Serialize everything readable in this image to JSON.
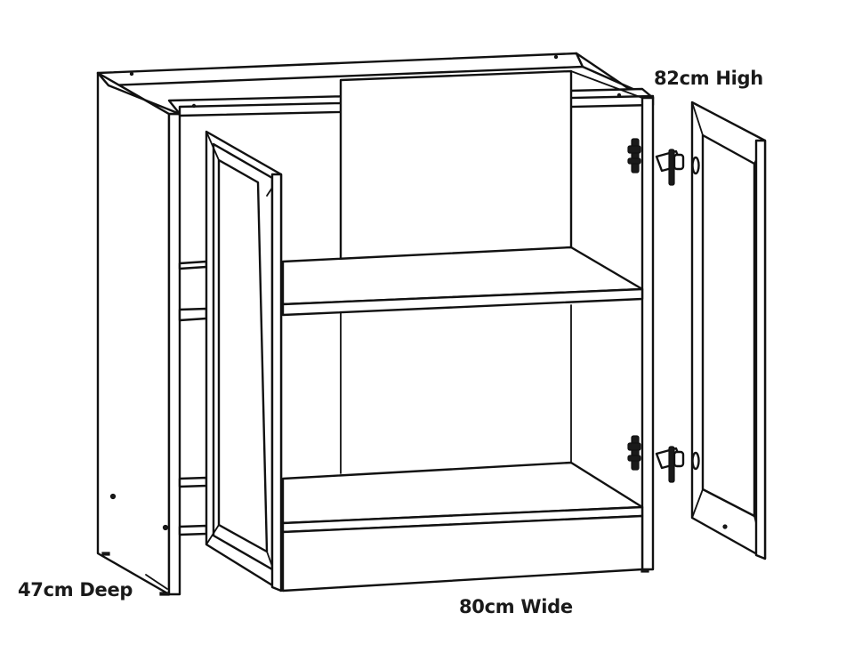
{
  "diagram": {
    "subject": "Double-door base kitchen cabinet with one shelf",
    "line_color": "#111111",
    "background_color": "#ffffff",
    "dimensions": {
      "height": {
        "label": "82cm High",
        "value": 82,
        "unit": "cm"
      },
      "depth": {
        "label": "47cm Deep",
        "value": 47,
        "unit": "cm"
      },
      "width": {
        "label": "80cm Wide",
        "value": 80,
        "unit": "cm"
      }
    },
    "parts": {
      "carcass": "cabinet-carcass",
      "shelf_count": 1,
      "doors": [
        {
          "side": "left",
          "state": "open"
        },
        {
          "side": "right",
          "state": "detached"
        }
      ],
      "hinges": 4
    }
  }
}
